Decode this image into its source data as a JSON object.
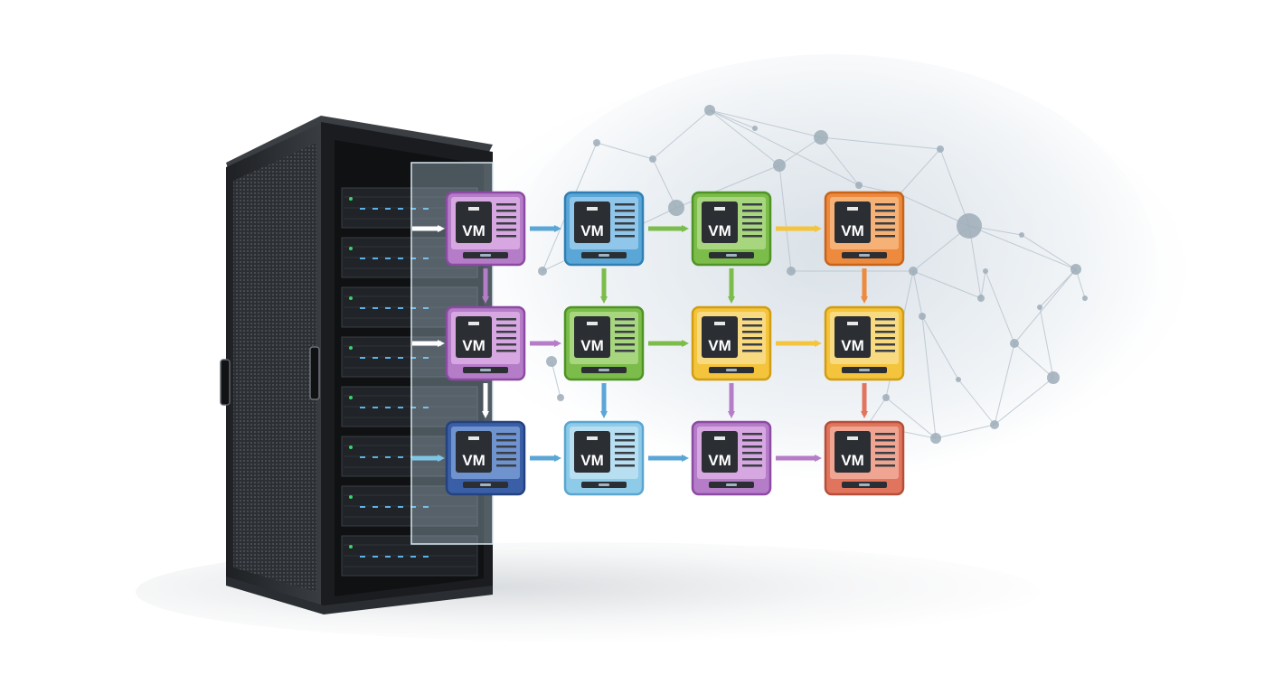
{
  "vm_label": "VM",
  "colors": {
    "purple": {
      "fill": "#b57cc8",
      "dark": "#8c4aa3",
      "header": "#d7a7e2"
    },
    "blue": {
      "fill": "#5aa6d6",
      "dark": "#2f7fb4",
      "header": "#8fc6e9"
    },
    "green": {
      "fill": "#7cbc4a",
      "dark": "#4f9326",
      "header": "#a7d67f"
    },
    "orange": {
      "fill": "#ee8a3e",
      "dark": "#c8631a",
      "header": "#f6b177"
    },
    "yellow": {
      "fill": "#f4c43c",
      "dark": "#d19d12",
      "header": "#f8da80"
    },
    "navy": {
      "fill": "#3a5fa6",
      "dark": "#24427f",
      "header": "#6f93cf"
    },
    "lightblue": {
      "fill": "#8ecbe8",
      "dark": "#5aa6d0",
      "header": "#b7def1"
    },
    "salmon": {
      "fill": "#e1745c",
      "dark": "#b54f39",
      "header": "#f0a593"
    }
  },
  "nodes": [
    {
      "id": "vm-1",
      "row": 0,
      "col": 0,
      "color": "purple"
    },
    {
      "id": "vm-2",
      "row": 0,
      "col": 1,
      "color": "blue"
    },
    {
      "id": "vm-3",
      "row": 0,
      "col": 2,
      "color": "green"
    },
    {
      "id": "vm-4",
      "row": 0,
      "col": 3,
      "color": "orange"
    },
    {
      "id": "vm-5",
      "row": 1,
      "col": 0,
      "color": "purple"
    },
    {
      "id": "vm-6",
      "row": 1,
      "col": 1,
      "color": "green"
    },
    {
      "id": "vm-7",
      "row": 1,
      "col": 2,
      "color": "yellow"
    },
    {
      "id": "vm-8",
      "row": 1,
      "col": 3,
      "color": "yellow"
    },
    {
      "id": "vm-9",
      "row": 2,
      "col": 0,
      "color": "navy"
    },
    {
      "id": "vm-10",
      "row": 2,
      "col": 1,
      "color": "lightblue"
    },
    {
      "id": "vm-11",
      "row": 2,
      "col": 2,
      "color": "purple"
    },
    {
      "id": "vm-12",
      "row": 2,
      "col": 3,
      "color": "salmon"
    }
  ],
  "edges": [
    {
      "from": "server",
      "to": "vm-1",
      "color": "#ffffff"
    },
    {
      "from": "server",
      "to": "vm-5",
      "color": "#ffffff"
    },
    {
      "from": "server",
      "to": "vm-9",
      "color": "#7fc6e6"
    },
    {
      "from": "vm-1",
      "to": "vm-2",
      "color": "#5aa6d6"
    },
    {
      "from": "vm-2",
      "to": "vm-3",
      "color": "#7cbc4a"
    },
    {
      "from": "vm-3",
      "to": "vm-4",
      "color": "#f4c43c"
    },
    {
      "from": "vm-5",
      "to": "vm-6",
      "color": "#b57cc8"
    },
    {
      "from": "vm-6",
      "to": "vm-7",
      "color": "#7cbc4a"
    },
    {
      "from": "vm-7",
      "to": "vm-8",
      "color": "#f4c43c"
    },
    {
      "from": "vm-9",
      "to": "vm-10",
      "color": "#5aa6d6"
    },
    {
      "from": "vm-10",
      "to": "vm-11",
      "color": "#5aa6d6"
    },
    {
      "from": "vm-11",
      "to": "vm-12",
      "color": "#b57cc8"
    },
    {
      "from": "vm-1",
      "to": "vm-5",
      "color": "#b57cc8"
    },
    {
      "from": "vm-5",
      "to": "vm-9",
      "color": "#ffffff"
    },
    {
      "from": "vm-2",
      "to": "vm-6",
      "color": "#7cbc4a"
    },
    {
      "from": "vm-6",
      "to": "vm-10",
      "color": "#5aa6d6"
    },
    {
      "from": "vm-3",
      "to": "vm-7",
      "color": "#7cbc4a"
    },
    {
      "from": "vm-7",
      "to": "vm-11",
      "color": "#b57cc8"
    },
    {
      "from": "vm-4",
      "to": "vm-8",
      "color": "#ee8a3e"
    },
    {
      "from": "vm-8",
      "to": "vm-12",
      "color": "#e1745c"
    }
  ]
}
